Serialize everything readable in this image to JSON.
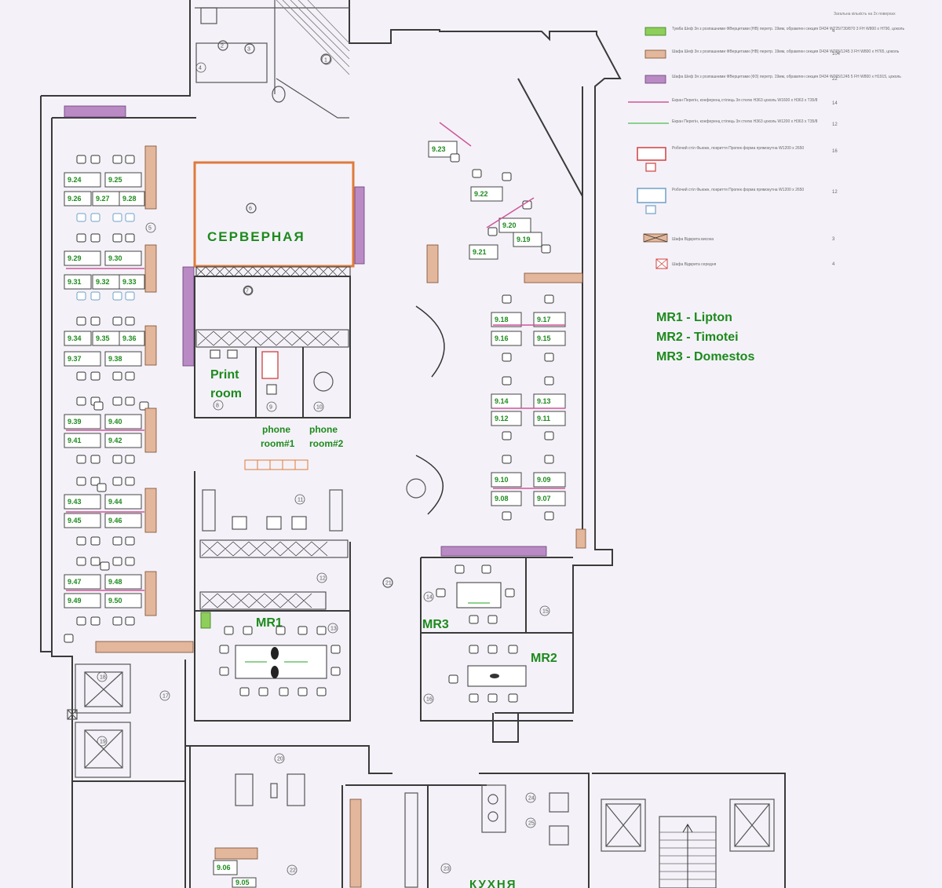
{
  "header_note": "Загальна кількість на 2х поверхах",
  "legend": [
    {
      "swatch": "green-cabinet",
      "color": "#8dcf5a",
      "text": "Тумба Шеф 3я з розпашними ФВерцетами (НВ) перетр. 19мм, обрамлен секция D434 W725/730/870 3 FH W800 x H790, цоколь",
      "count": "4"
    },
    {
      "swatch": "brown-cabinet",
      "color": "#e3b79b",
      "text": "Шафа Шеф 3я з розпашними ФВерцетами (НВ) перетр. 19мм, обрамлен секция D434 W765/1245 3 FH W800 x H765, цоколь",
      "count": "104"
    },
    {
      "swatch": "purple-cabinet",
      "color": "#b98ac4",
      "text": "Шафа Шеф 3я з розпашними ФВерцетами (ФЗ) перетр. 19мм, обрамлен секция D434 W765/1245 5 FH W800 x H1915, цоколь",
      "count": "22"
    },
    {
      "swatch": "pink-screen",
      "color": "#d0559a",
      "text": "Екран Перегін, конференц стілець 3я стелю H363 цоколь W1600 x H363 x T35/8",
      "count": "14"
    },
    {
      "swatch": "green-screen",
      "color": "#6ac46a",
      "text": "Екран Перегін, конференц стілець 3я стелю H363 цоколь W1200 x H363 x T35/8",
      "count": "12"
    },
    {
      "swatch": "red-workstation",
      "color": "#d04040",
      "text": "Робочий стіл Фьюжн, покриття Пропек форма прямокутна W1200 x 2650",
      "count": "16"
    },
    {
      "swatch": "blue-workstation",
      "color": "#6fa0c8",
      "text": "Робочий стіл Фьюжн, покриття Пропек форма прямокутна W1200 x 2650",
      "count": "12"
    },
    {
      "swatch": "open-cabinet-high",
      "color": "#e3b79b",
      "text": "Шафа Відкрита висока",
      "count": "3"
    },
    {
      "swatch": "open-cabinet-mid",
      "color": "#e3b79b",
      "text": "Шафа Відкрита середня",
      "count": "4"
    }
  ],
  "meeting_rooms_key": [
    "MR1 - Lipton",
    "MR2 - Timotei",
    "MR3 - Domestos"
  ],
  "rooms": {
    "server": "СЕРВЕРНАЯ",
    "print_1": "Print",
    "print_2": "room",
    "phone1_1": "phone",
    "phone1_2": "room#1",
    "phone2_1": "phone",
    "phone2_2": "room#2",
    "mr1": "MR1",
    "mr2": "MR2",
    "mr3": "MR3",
    "kitchen": "КУХНЯ"
  },
  "desks": [
    "9.24",
    "9.25",
    "9.26",
    "9.27",
    "9.28",
    "9.29",
    "9.30",
    "9.31",
    "9.32",
    "9.33",
    "9.34",
    "9.35",
    "9.36",
    "9.37",
    "9.38",
    "9.39",
    "9.40",
    "9.41",
    "9.42",
    "9.43",
    "9.44",
    "9.45",
    "9.46",
    "9.47",
    "9.48",
    "9.49",
    "9.50",
    "9.23",
    "9.22",
    "9.20",
    "9.19",
    "9.21",
    "9.18",
    "9.17",
    "9.16",
    "9.15",
    "9.14",
    "9.13",
    "9.12",
    "9.11",
    "9.10",
    "9.09",
    "9.08",
    "9.07",
    "9.06",
    "9.05"
  ],
  "room_numbers": [
    "1",
    "2",
    "3",
    "4",
    "5",
    "6",
    "7",
    "8",
    "9",
    "10",
    "11",
    "12",
    "13",
    "14",
    "15",
    "16",
    "17",
    "18",
    "19",
    "20",
    "21",
    "22",
    "23",
    "24",
    "25"
  ]
}
